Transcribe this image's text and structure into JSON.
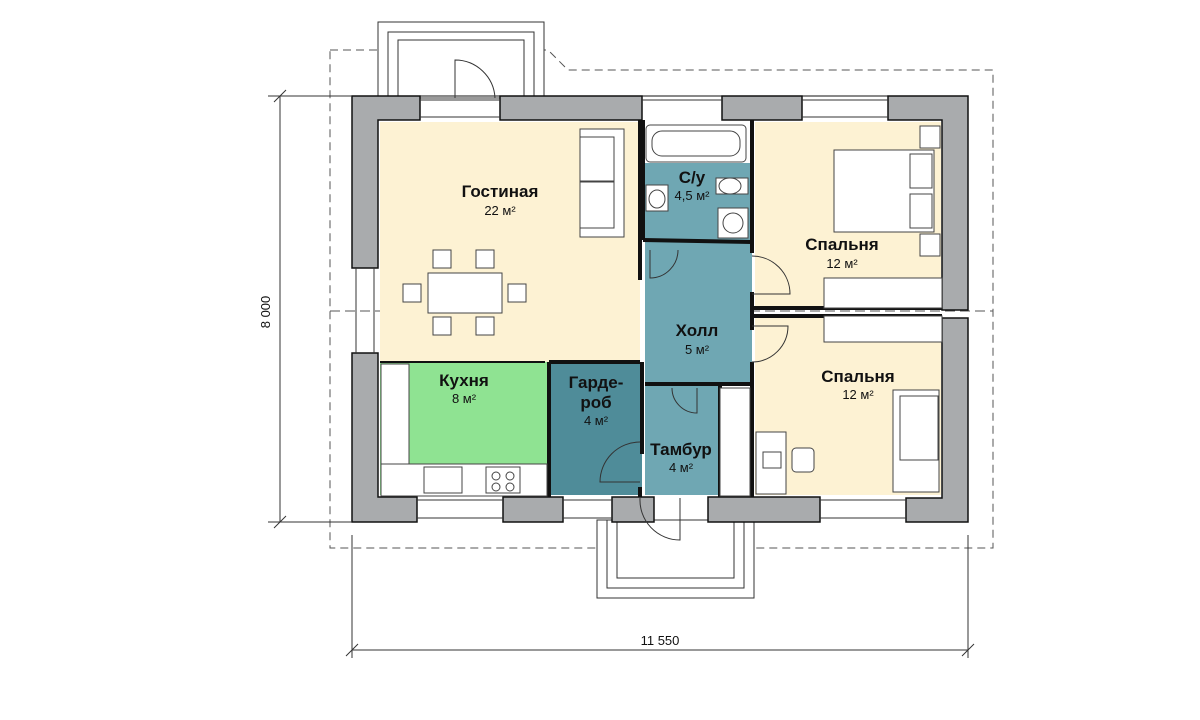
{
  "dimensions": {
    "height_label": "8 000",
    "width_label": "11 550"
  },
  "rooms": {
    "living": {
      "name": "Гостиная",
      "area": "22 м²",
      "color": "#fdf2d3"
    },
    "bathroom": {
      "name": "С/у",
      "area": "4,5 м²",
      "color": "#6fa7b3"
    },
    "bedroom_top": {
      "name": "Спальня",
      "area": "12 м²",
      "color": "#fdf2d3"
    },
    "hall": {
      "name": "Холл",
      "area": "5 м²",
      "color": "#6fa7b3"
    },
    "kitchen": {
      "name": "Кухня",
      "area": "8 м²",
      "color": "#8fe392"
    },
    "wardrobe": {
      "name_line1": "Гарде-",
      "name_line2": "роб",
      "area": "4 м²",
      "color": "#4f8c99"
    },
    "vestibule": {
      "name": "Тамбур",
      "area": "4 м²",
      "color": "#6fa7b3"
    },
    "bedroom_bottom": {
      "name": "Спальня",
      "area": "12 м²",
      "color": "#fdf2d3"
    }
  },
  "colors": {
    "wall_fill": "#a9abad",
    "outline": "#111111",
    "background": "#ffffff"
  }
}
